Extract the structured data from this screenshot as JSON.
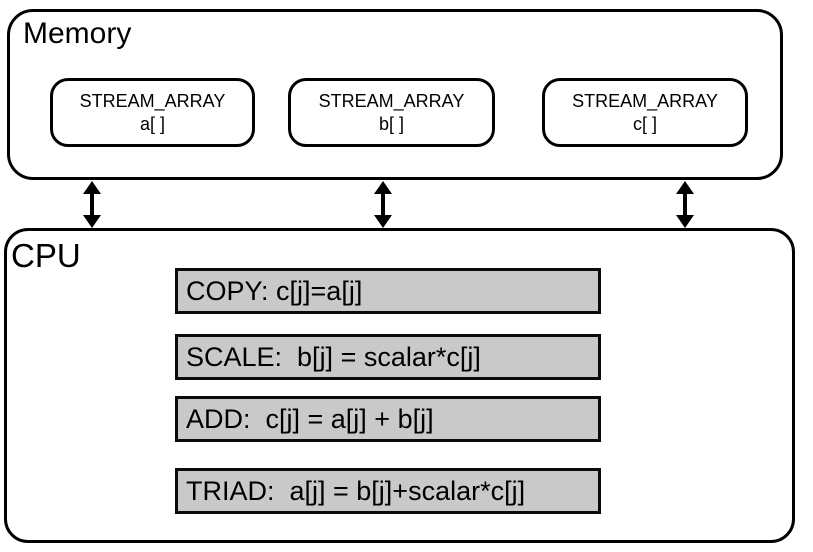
{
  "diagram": {
    "memory": {
      "label": "Memory",
      "arrays": [
        {
          "title": "STREAM_ARRAY",
          "subtitle": "a[ ]"
        },
        {
          "title": "STREAM_ARRAY",
          "subtitle": "b[ ]"
        },
        {
          "title": "STREAM_ARRAY",
          "subtitle": "c[ ]"
        }
      ]
    },
    "cpu": {
      "label": "CPU",
      "operations": [
        {
          "name": "COPY",
          "label": "COPY: c[j]=a[j]"
        },
        {
          "name": "SCALE",
          "label": "SCALE:  b[j] = scalar*c[j]"
        },
        {
          "name": "ADD",
          "label": "ADD:  c[j] = a[j] + b[j]"
        },
        {
          "name": "TRIAD",
          "label": "TRIAD:  a[j] = b[j]+scalar*c[j]"
        }
      ]
    },
    "connections": {
      "count": 3,
      "type": "bidirectional-arrow"
    },
    "colors": {
      "background": "#ffffff",
      "border": "#000000",
      "operation_bar_fill": "#c9c9c9"
    }
  }
}
